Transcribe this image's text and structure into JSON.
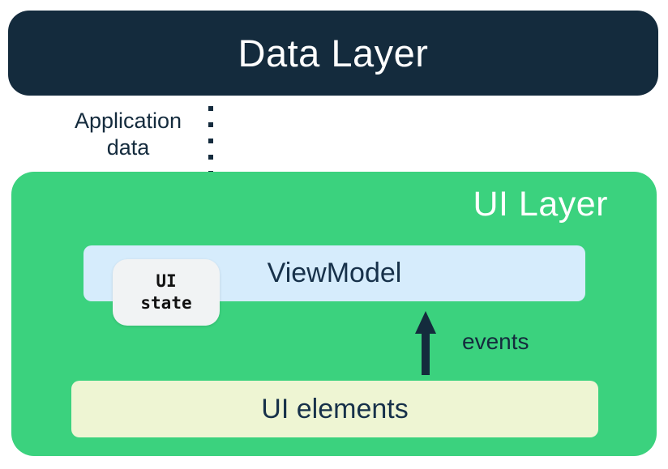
{
  "diagram": {
    "data_layer": {
      "label": "Data Layer"
    },
    "ui_layer": {
      "label": "UI Layer",
      "viewmodel": {
        "label": "ViewModel"
      },
      "ui_state_badge": {
        "line1": "UI",
        "line2": "state"
      },
      "ui_elements": {
        "label": "UI elements"
      }
    },
    "arrows": {
      "application_data": {
        "line1": "Application",
        "line2": "data"
      },
      "events": {
        "label": "events"
      }
    },
    "colors": {
      "dark_navy": "#142B3D",
      "green": "#3BD27E",
      "light_blue": "#D6ECFC",
      "cream": "#EEF5D3",
      "badge_bg": "#F1F3F4",
      "text_navy": "#17314A",
      "white": "#FFFFFF"
    }
  }
}
